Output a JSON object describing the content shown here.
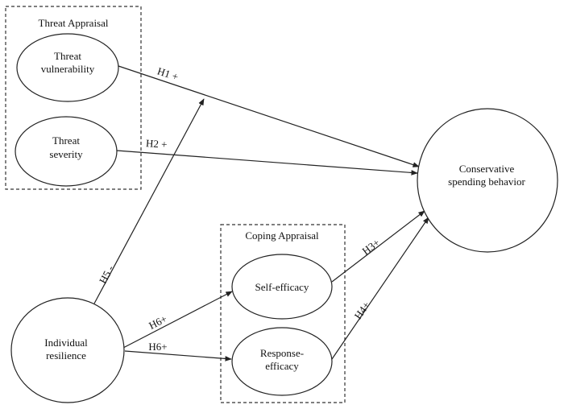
{
  "diagram": {
    "type": "path-model",
    "groups": [
      {
        "id": "threat_appraisal",
        "title": "Threat Appraisal",
        "members": [
          "threat_vulnerability",
          "threat_severity"
        ]
      },
      {
        "id": "coping_appraisal",
        "title": "Coping Appraisal",
        "members": [
          "self_efficacy",
          "response_efficacy"
        ]
      }
    ],
    "nodes": [
      {
        "id": "threat_vulnerability",
        "lines": [
          "Threat",
          "vulnerability"
        ]
      },
      {
        "id": "threat_severity",
        "lines": [
          "Threat",
          "severity"
        ]
      },
      {
        "id": "conservative_spending",
        "lines": [
          "Conservative",
          "spending behavior"
        ]
      },
      {
        "id": "individual_resilience",
        "lines": [
          "Individual",
          "resilience"
        ]
      },
      {
        "id": "self_efficacy",
        "lines": [
          "Self-efficacy"
        ]
      },
      {
        "id": "response_efficacy",
        "lines": [
          "Response-",
          "efficacy"
        ]
      }
    ],
    "edges": [
      {
        "id": "h1",
        "from": "threat_vulnerability",
        "to": "conservative_spending",
        "label": "H1 +"
      },
      {
        "id": "h2",
        "from": "threat_severity",
        "to": "conservative_spending",
        "label": "H2 +"
      },
      {
        "id": "h3",
        "from": "self_efficacy",
        "to": "conservative_spending",
        "label": "H3+"
      },
      {
        "id": "h4",
        "from": "response_efficacy",
        "to": "conservative_spending",
        "label": "H4+"
      },
      {
        "id": "h5",
        "from": "individual_resilience",
        "to": "h1",
        "label": "H5 -",
        "moderates": true
      },
      {
        "id": "h6a",
        "from": "individual_resilience",
        "to": "self_efficacy",
        "label": "H6+"
      },
      {
        "id": "h6b",
        "from": "individual_resilience",
        "to": "response_efficacy",
        "label": "H6+"
      }
    ]
  }
}
